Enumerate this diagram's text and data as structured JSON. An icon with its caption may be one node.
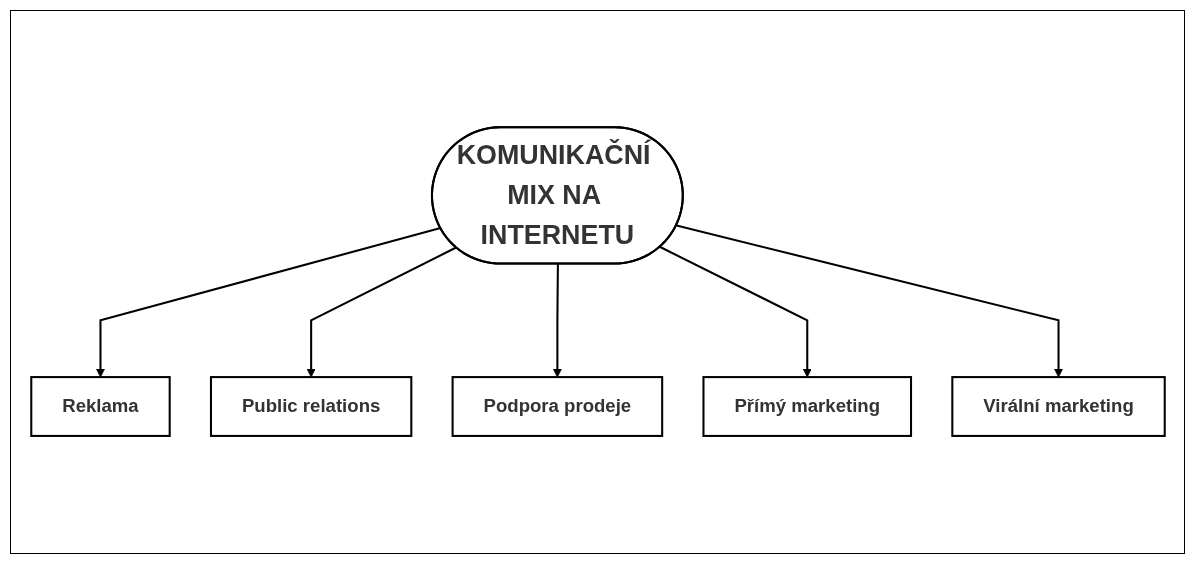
{
  "diagram": {
    "nodes": [
      {
        "text": [
          "KOMUNIKAČNÍ MIX NA INTERNETU"
        ]
      },
      {
        "text": [
          "Reklama"
        ]
      },
      {
        "text": [
          "Public relations"
        ]
      },
      {
        "text": [
          "Podpora prodeje"
        ]
      },
      {
        "text": [
          "Přímý marketing"
        ]
      },
      {
        "text": [
          "Virální marketing"
        ]
      }
    ],
    "edges": [
      {
        "from": 0,
        "to": 1,
        "arrow": "to"
      },
      {
        "from": 0,
        "to": 2,
        "arrow": "to"
      },
      {
        "from": 0,
        "to": 3,
        "arrow": "to"
      },
      {
        "from": 0,
        "to": 4,
        "arrow": "to"
      },
      {
        "from": 0,
        "to": 5,
        "arrow": "to"
      }
    ]
  }
}
